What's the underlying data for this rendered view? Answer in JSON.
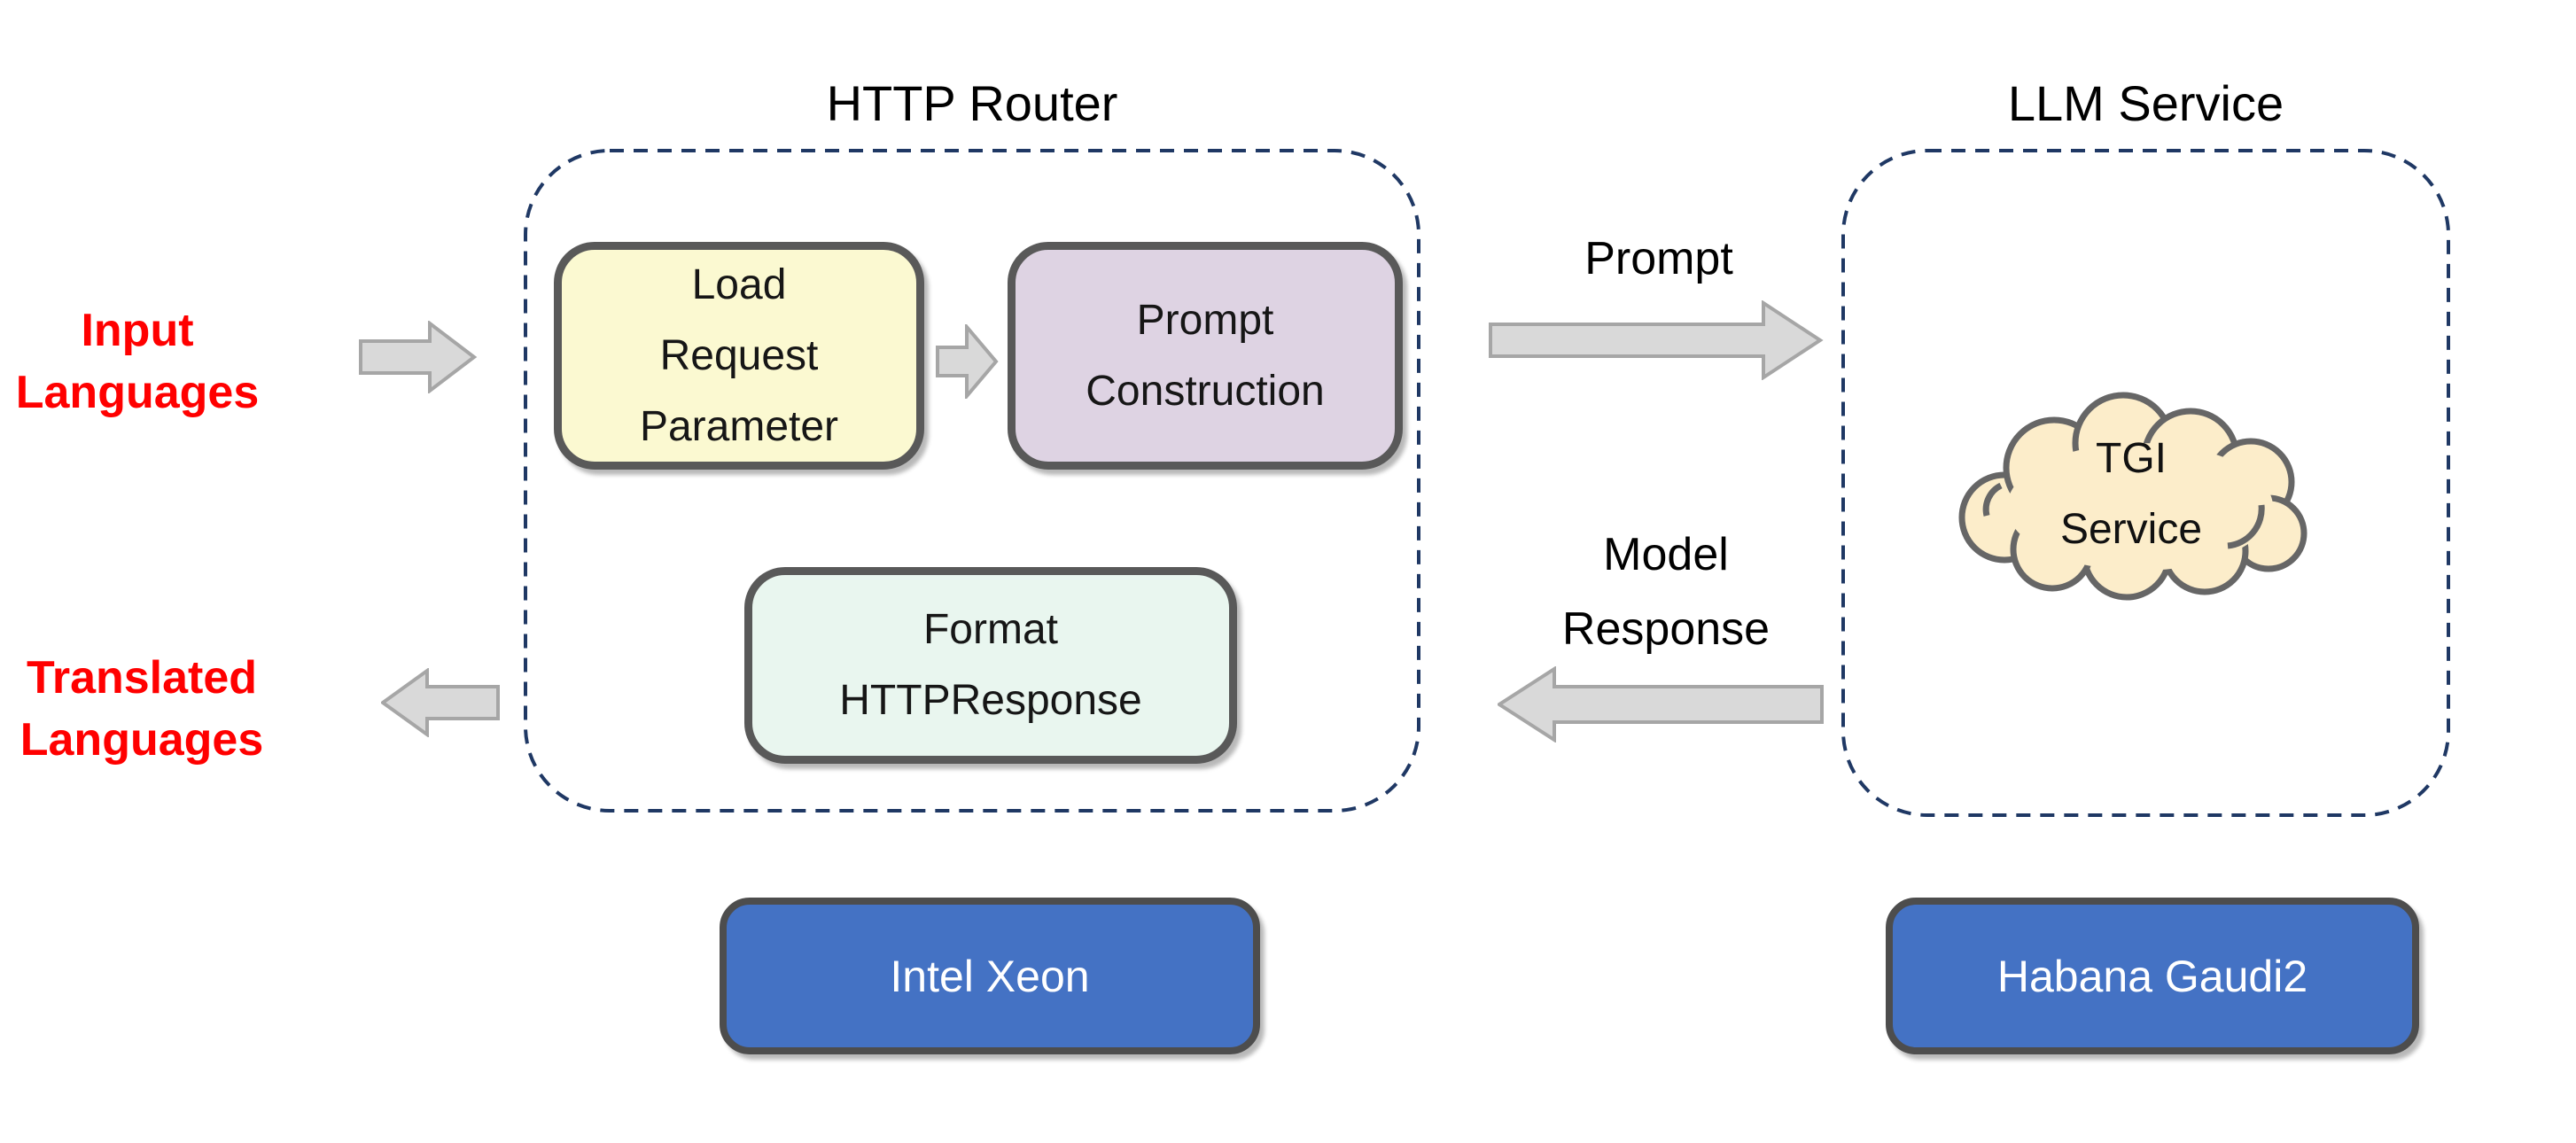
{
  "colors": {
    "bg": "#FFFFFF",
    "dash": "#1F3864",
    "box-border": "#595959",
    "yellow": "#FBF9D1",
    "purple": "#DED3E3",
    "mint": "#E9F6EF",
    "cloud": "#FCEDCA",
    "blue": "#4472C4",
    "blue-border": "#4D4D4D",
    "arrow-fill": "#D9D9D9",
    "arrow-stroke": "#A6A6A6",
    "red": "#FF0000",
    "white-text": "#FFFFFF"
  },
  "groups": {
    "http_router": {
      "title": "HTTP Router"
    },
    "llm_service": {
      "title": "LLM Service"
    }
  },
  "nodes": {
    "load_request_parameter": {
      "lines": [
        "Load",
        "Request",
        "Parameter"
      ]
    },
    "prompt_construction": {
      "lines": [
        "Prompt",
        "Construction"
      ]
    },
    "format_httpresponse": {
      "lines": [
        "Format",
        "HTTPResponse"
      ]
    },
    "tgi_service": {
      "lines": [
        "TGI",
        "Service"
      ]
    },
    "intel_xeon": {
      "label": "Intel Xeon"
    },
    "habana_gaudi2": {
      "label": "Habana Gaudi2"
    }
  },
  "flow_labels": {
    "input_languages": {
      "lines": [
        "Input",
        "Languages"
      ]
    },
    "translated_languages": {
      "lines": [
        "Translated",
        "Languages"
      ]
    },
    "prompt": "Prompt",
    "model_response": {
      "lines": [
        "Model",
        "Response"
      ]
    }
  },
  "arrows": {
    "input": "right",
    "load_to_prompt_construction": "right",
    "prompt_to_llm": "right",
    "model_response_to_router": "left",
    "translated_output": "left"
  }
}
